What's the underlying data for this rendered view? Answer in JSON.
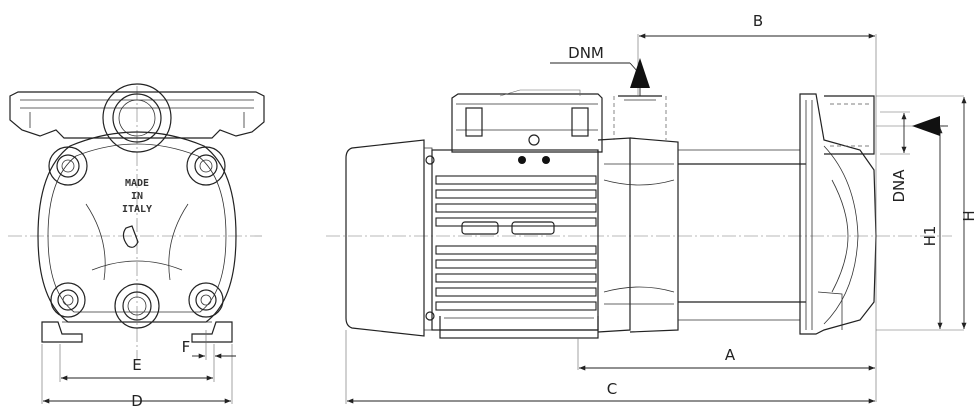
{
  "drawing": {
    "front_view": {
      "stamp_lines": [
        "MADE",
        "IN",
        "ITALY"
      ],
      "dimensions": {
        "d": "D",
        "e": "E",
        "f": "F"
      }
    },
    "side_view": {
      "dimensions": {
        "a": "A",
        "b": "B",
        "c": "C",
        "h": "H",
        "h1": "H1",
        "dnm": "DNM",
        "dna": "DNA"
      }
    }
  }
}
